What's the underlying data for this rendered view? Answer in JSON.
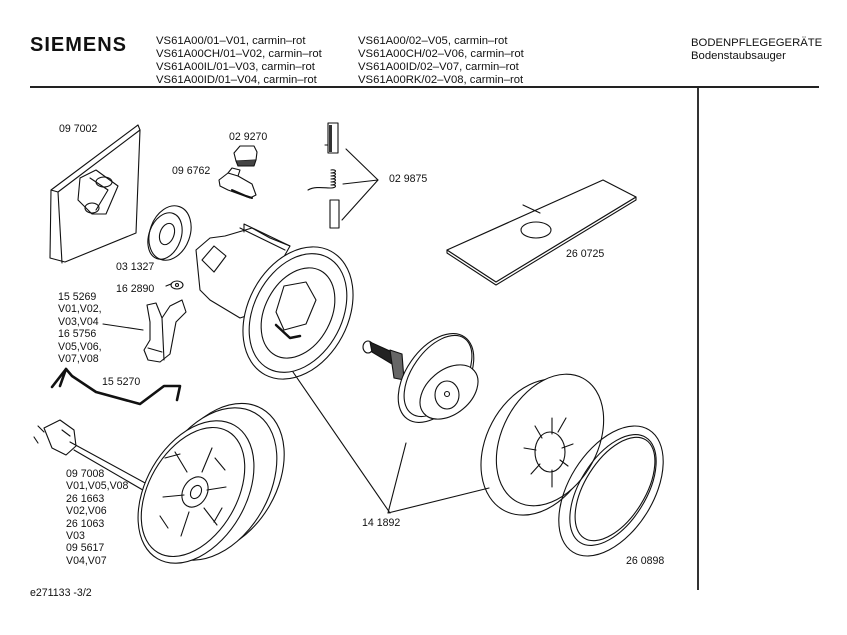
{
  "header": {
    "brand": "SIEMENS",
    "models_col1": [
      "VS61A00/01–V01, carmin–rot",
      "VS61A00CH/01–V02, carmin–rot",
      "VS61A00IL/01–V03, carmin–rot",
      "VS61A00ID/01–V04, carmin–rot"
    ],
    "models_col2": [
      "VS61A00/02–V05, carmin–rot",
      "VS61A00CH/02–V06, carmin–rot",
      "VS61A00ID/02–V07, carmin–rot",
      "VS61A00RK/02–V08, carmin–rot"
    ],
    "category": "BODENPFLEGEGERÄTE",
    "subcategory": "Bodenstaubsauger"
  },
  "parts": {
    "p097002": "09 7002",
    "p029270": "02 9270",
    "p096762": "09 6762",
    "p029875": "02 9875",
    "p031327": "03 1327",
    "p162890": "16 2890",
    "p260725": "26 0725",
    "p155269_block": [
      "15 5269",
      "V01,V02,",
      "V03,V04",
      "16 5756",
      "V05,V06,",
      "V07,V08"
    ],
    "p155270": "15 5270",
    "cord_block": [
      "09 7008",
      "V01,V05,V08",
      "26 1663",
      "V02,V06",
      "26 1063",
      "V03",
      "09 5617",
      "V04,V07"
    ],
    "p141892": "14 1892",
    "p260898": "26 0898"
  },
  "footer": {
    "doc_id": "e271133 -3/2"
  }
}
